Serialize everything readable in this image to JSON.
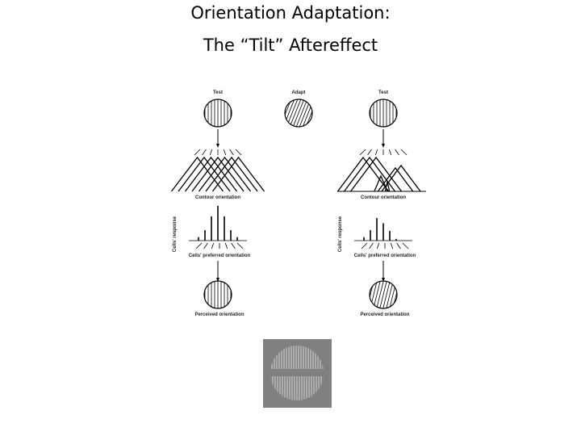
{
  "title": {
    "line1": "Orientation Adaptation:",
    "line2": "The “Tilt” Aftereffect"
  },
  "diagram": {
    "test_label": "Test",
    "adapt_label": "Adapt",
    "contour_label": "Contour orientation",
    "response_label": "Cells' response",
    "preferred_label": "Cells' preferred orientation",
    "perceived_label": "Perceived orientation",
    "left_responses": [
      0.1,
      0.3,
      0.7,
      1.0,
      0.7,
      0.3,
      0.1
    ],
    "right_responses": [
      0.1,
      0.3,
      0.65,
      0.5,
      0.28,
      0.05,
      0.0
    ]
  },
  "colors": {
    "stimulus_gray": "#808080"
  }
}
